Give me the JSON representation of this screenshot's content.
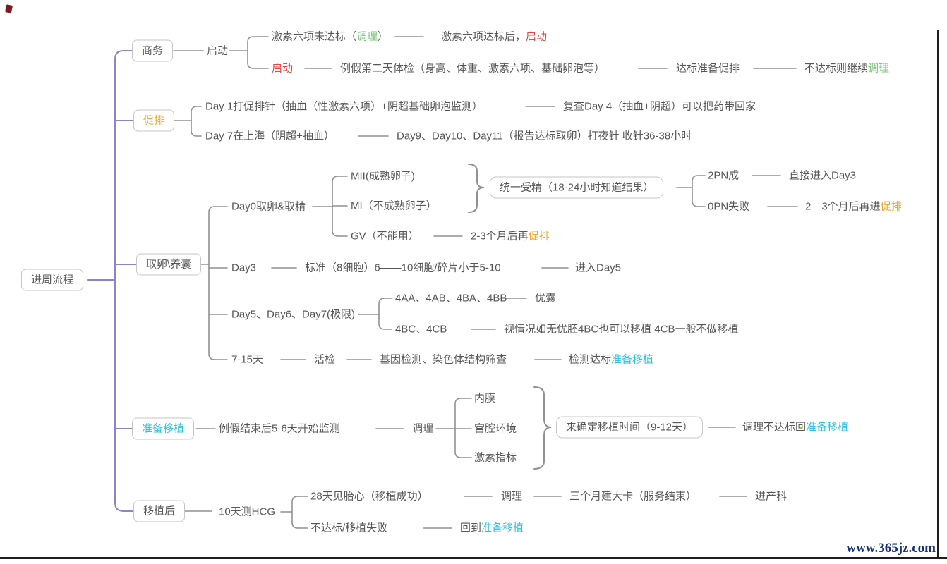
{
  "colors": {
    "accent_red": "#e8463c",
    "accent_green": "#76c47b",
    "accent_orange": "#f6a62a",
    "accent_cyan": "#2cc4e4",
    "spine_purple": "#8a84c8",
    "connector_gray": "#919191",
    "text_gray": "#565656",
    "watermark_blue": "#15337b"
  },
  "watermark": "www.365jz.com",
  "root": "进周流程",
  "shangwu": {
    "node": "商务",
    "qidong": "启动",
    "r1a": [
      "激素六项未达标（",
      "调理",
      "）"
    ],
    "r1b": [
      "激素六项达标后，",
      "启动"
    ],
    "r2a": "启动",
    "r2b": "例假第二天体检（身高、体重、激素六项、基础卵泡等）",
    "r2c": "达标准备促排",
    "r2d": [
      "不达标则继续",
      "调理"
    ]
  },
  "cupai": {
    "node": "促排",
    "r1a": "Day 1打促排针（抽血（性激素六项）+阴超基础卵泡监测）",
    "r1b": "复查Day 4（抽血+阴超）可以把药带回家",
    "r2a": "Day 7在上海（阴超+抽血）",
    "r2b": "Day9、Day10、Day11（报告达标取卵）打夜针 收针36-38小时"
  },
  "quluan": {
    "node": "取卵\\养囊",
    "day0": "Day0取卵&取精",
    "mii": "MII(成熟卵子)",
    "mi": "MI（不成熟卵子）",
    "gv": "GV（不能用）",
    "gv2": [
      "2-3个月后再",
      "促排"
    ],
    "shoujing": "统一受精（18-24小时知道结果）",
    "pn2": "2PN成",
    "pn2b": "直接进入Day3",
    "pn0": "0PN失败",
    "pn0b": [
      "2—3个月后再进",
      "促排"
    ],
    "day3": "Day3",
    "day3b": "标准（8细胞）6——10细胞/碎片小于5-10",
    "day3c": "进入Day5",
    "day5": "Day5、Day6、Day7(极限)",
    "h1": "4AA、4AB、4BA、4BB",
    "h1b": "优囊",
    "h2": "4BC、4CB",
    "h2b": "视情况如无优胚4BC也可以移植 4CB一般不做移植",
    "d715": "7-15天",
    "huojian": "活检",
    "jiyin": "基因检测、染色体结构筛查",
    "jcdb": [
      "检测达标",
      "准备移植"
    ]
  },
  "zhunbei": {
    "node": "准备移植",
    "r1": "例假结束后5-6天开始监测",
    "tiaoli": "调理",
    "neimo": "内膜",
    "gongqiang": "宫腔环境",
    "jisu": "激素指标",
    "queding": "来确定移植时间（9-12天）",
    "back": [
      "调理不达标回",
      "准备移植"
    ]
  },
  "yizhi": {
    "node": "移植后",
    "hcg": "10天测HCG",
    "r1a": "28天见胎心（移植成功）",
    "r1b": "调理",
    "r1c": "三个月建大卡（服务结束）",
    "r1d": "进产科",
    "r2a": "不达标/移植失败",
    "r2b": [
      "回到",
      "准备移植"
    ]
  }
}
